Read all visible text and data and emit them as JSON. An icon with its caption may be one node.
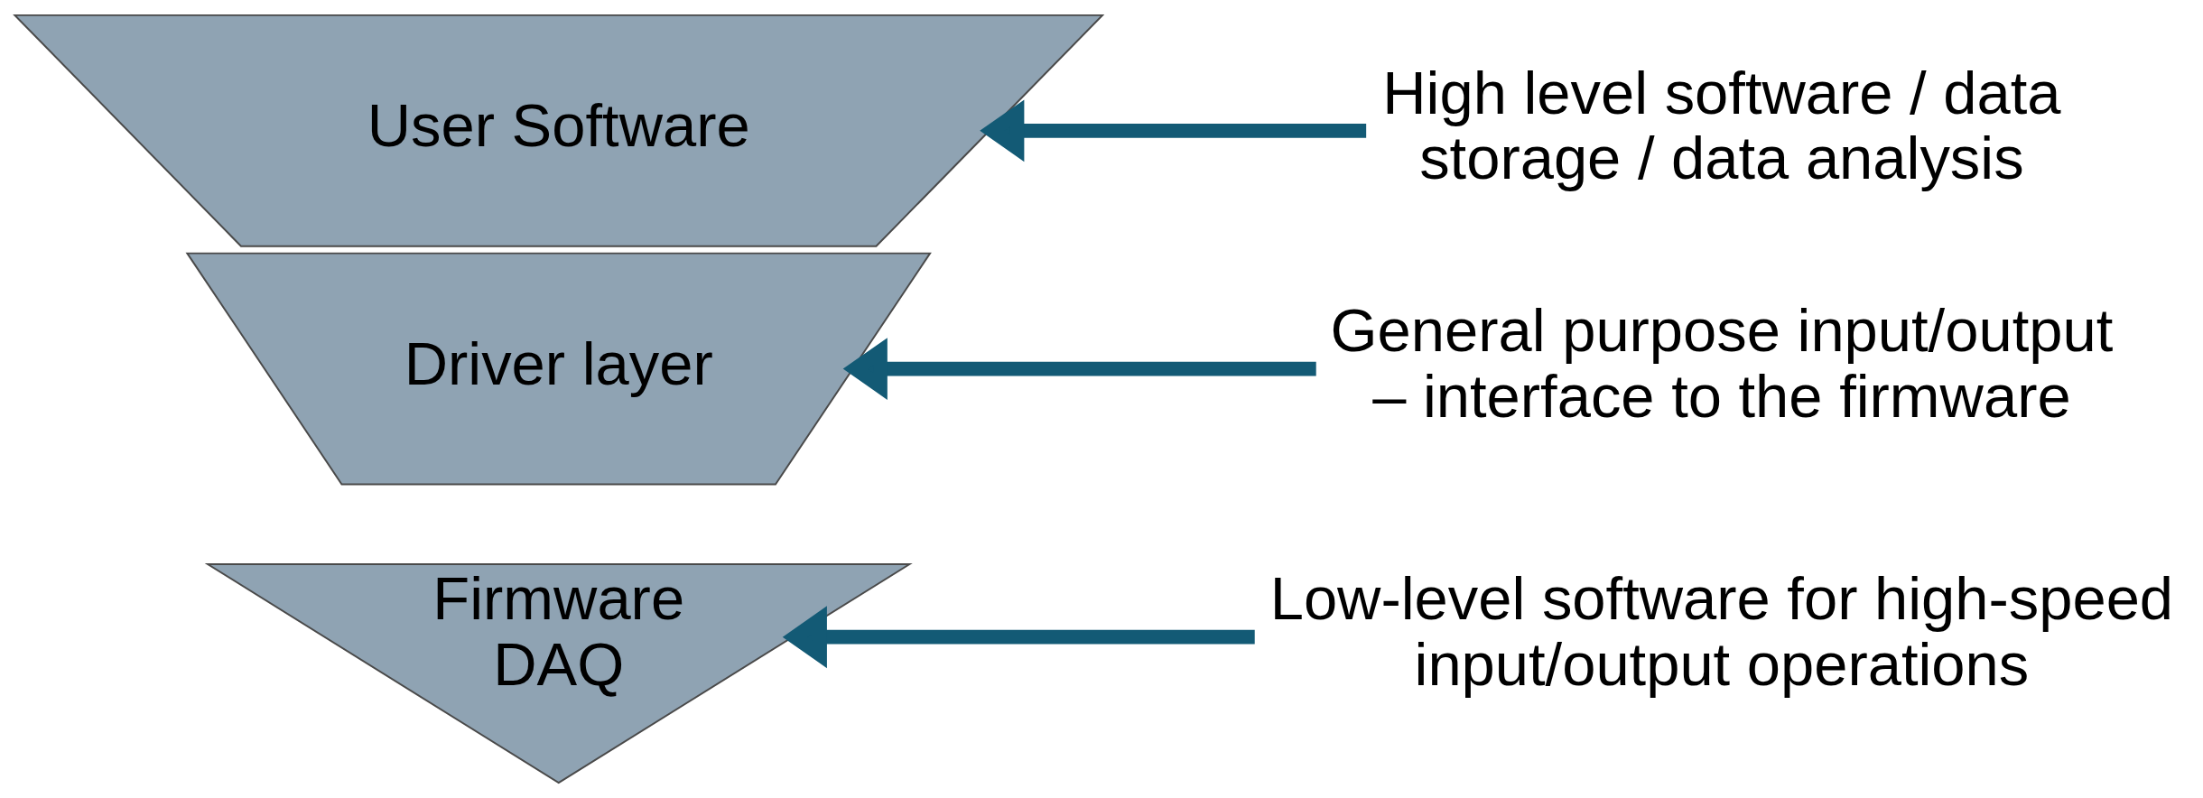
{
  "diagram": {
    "nodes": [
      {
        "text": [
          "User Software"
        ]
      },
      {
        "text": [
          "Driver layer"
        ]
      },
      {
        "text": [
          "Firmware DAQ"
        ]
      },
      {
        "text": [
          "High level software / data storage / data analysis"
        ]
      },
      {
        "text": [
          "General purpose input/output – interface to the firmware"
        ]
      },
      {
        "text": [
          "Low-level software for high-speed input/output operations"
        ]
      }
    ],
    "edges": [
      {
        "from": 3,
        "to": 0,
        "arrow": "to"
      },
      {
        "from": 4,
        "to": 1,
        "arrow": "to"
      },
      {
        "from": 5,
        "to": 2,
        "arrow": "to"
      }
    ]
  }
}
